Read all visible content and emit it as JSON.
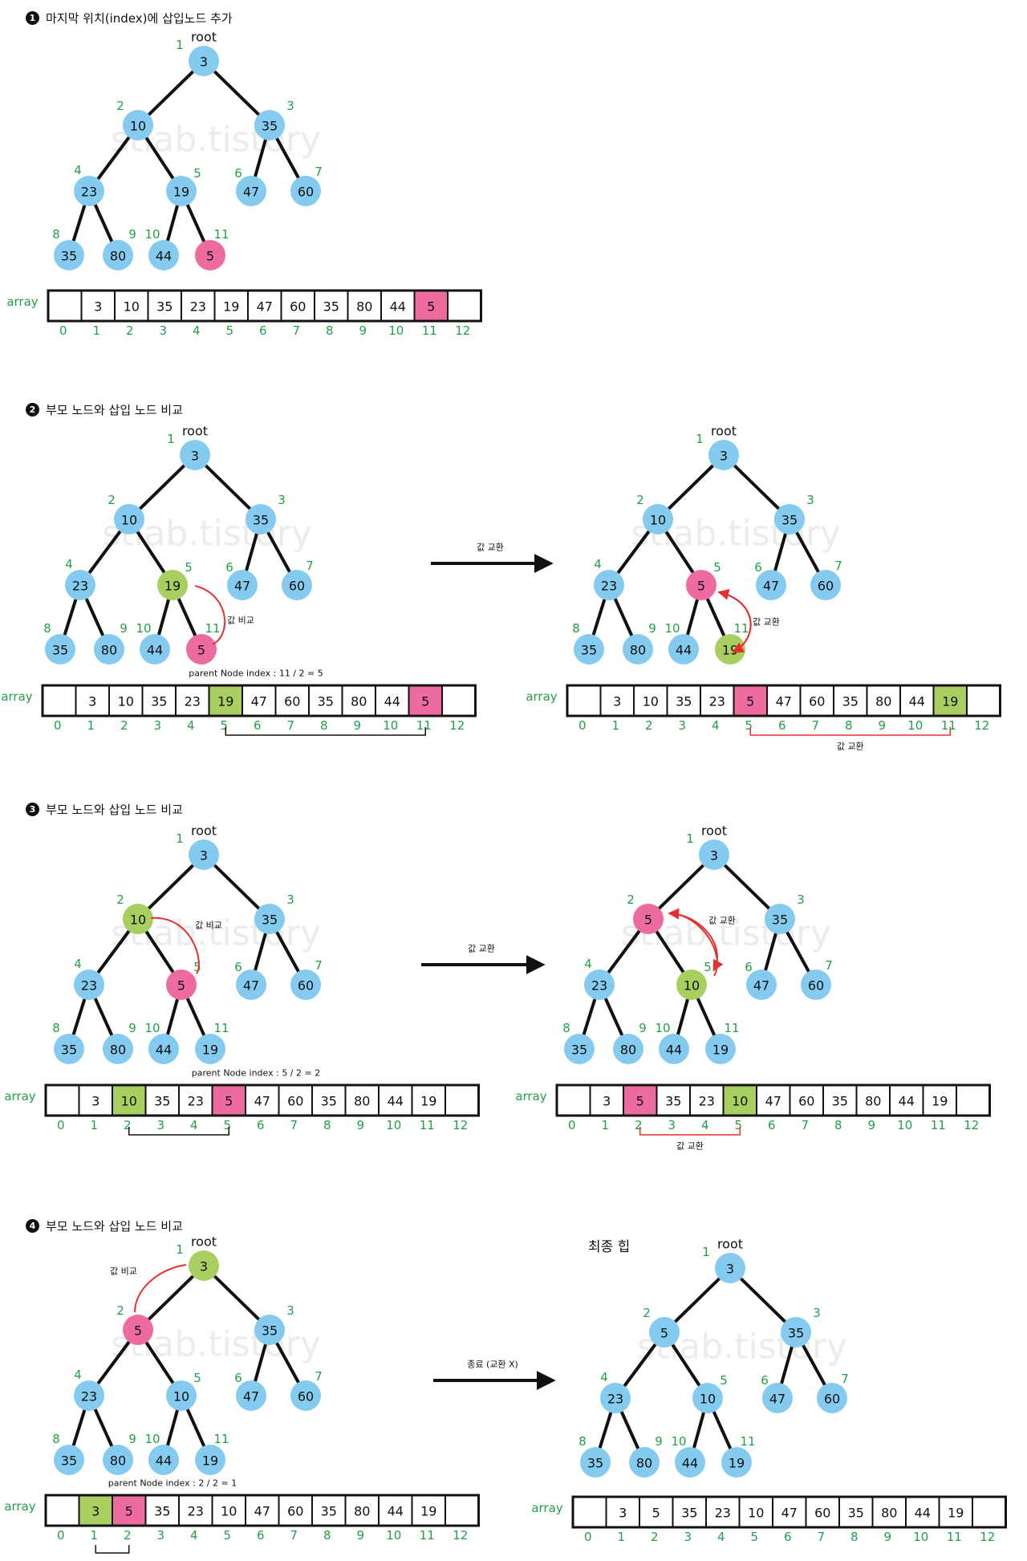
{
  "colors": {
    "node": "#85CBF0",
    "insert": "#EE6BA0",
    "compare": "#A8CF5F",
    "index_label": "#22A047",
    "swap_line": "#E53030",
    "watermark": "#ececec"
  },
  "watermark_text": "stlab.tistory",
  "root_label": "root",
  "array_label": "array",
  "steps": [
    {
      "id": 1,
      "num": "1",
      "title": "마지막 위치(index)에 삽입노드 추가"
    },
    {
      "id": 2,
      "num": "2",
      "title": "부모 노드와 삽입 노드 비교"
    },
    {
      "id": 3,
      "num": "3",
      "title": "부모 노드와 삽입 노드 비교"
    },
    {
      "id": 4,
      "num": "4",
      "title": "부모 노드와 삽입 노드 비교"
    }
  ],
  "final_title": "최종 힙",
  "labels": {
    "compare": "값 비교",
    "swap": "값 교환",
    "end_no_swap": "종료 (교환 X)",
    "parent_11": "parent Node index : 11 / 2 = 5",
    "parent_5": "parent Node index : 5 / 2 = 2",
    "parent_2": "parent Node index : 2 / 2 = 1"
  },
  "index_numbers": [
    "0",
    "1",
    "2",
    "3",
    "4",
    "5",
    "6",
    "7",
    "8",
    "9",
    "10",
    "11",
    "12"
  ],
  "trees": [
    {
      "name": "step1",
      "values": [
        "3",
        "10",
        "35",
        "23",
        "19",
        "47",
        "60",
        "35",
        "80",
        "44",
        "5"
      ],
      "highlights": {
        "11": "insert"
      }
    },
    {
      "name": "step2-before",
      "values": [
        "3",
        "10",
        "35",
        "23",
        "19",
        "47",
        "60",
        "35",
        "80",
        "44",
        "5"
      ],
      "highlights": {
        "5": "compare",
        "11": "insert"
      }
    },
    {
      "name": "step2-after",
      "values": [
        "3",
        "10",
        "35",
        "23",
        "5",
        "47",
        "60",
        "35",
        "80",
        "44",
        "19"
      ],
      "highlights": {
        "5": "insert",
        "11": "compare"
      }
    },
    {
      "name": "step3-before",
      "values": [
        "3",
        "10",
        "35",
        "23",
        "5",
        "47",
        "60",
        "35",
        "80",
        "44",
        "19"
      ],
      "highlights": {
        "2": "compare",
        "5": "insert"
      }
    },
    {
      "name": "step3-after",
      "values": [
        "3",
        "5",
        "35",
        "23",
        "10",
        "47",
        "60",
        "35",
        "80",
        "44",
        "19"
      ],
      "highlights": {
        "2": "insert",
        "5": "compare"
      }
    },
    {
      "name": "step4",
      "values": [
        "3",
        "5",
        "35",
        "23",
        "10",
        "47",
        "60",
        "35",
        "80",
        "44",
        "19"
      ],
      "highlights": {
        "1": "compare",
        "2": "insert"
      }
    },
    {
      "name": "final",
      "values": [
        "3",
        "5",
        "35",
        "23",
        "10",
        "47",
        "60",
        "35",
        "80",
        "44",
        "19"
      ],
      "highlights": {}
    }
  ],
  "arrays": [
    {
      "name": "array-step1",
      "cells": [
        "",
        "3",
        "10",
        "35",
        "23",
        "19",
        "47",
        "60",
        "35",
        "80",
        "44",
        "5",
        ""
      ],
      "highlights": {
        "11": "insert"
      }
    },
    {
      "name": "array-step2-before",
      "cells": [
        "",
        "3",
        "10",
        "35",
        "23",
        "19",
        "47",
        "60",
        "35",
        "80",
        "44",
        "5",
        ""
      ],
      "highlights": {
        "5": "compare",
        "11": "insert"
      }
    },
    {
      "name": "array-step2-after",
      "cells": [
        "",
        "3",
        "10",
        "35",
        "23",
        "5",
        "47",
        "60",
        "35",
        "80",
        "44",
        "19",
        ""
      ],
      "highlights": {
        "5": "insert",
        "11": "compare"
      }
    },
    {
      "name": "array-step3-before",
      "cells": [
        "",
        "3",
        "10",
        "35",
        "23",
        "5",
        "47",
        "60",
        "35",
        "80",
        "44",
        "19",
        ""
      ],
      "highlights": {
        "2": "compare",
        "5": "insert"
      }
    },
    {
      "name": "array-step3-after",
      "cells": [
        "",
        "3",
        "5",
        "35",
        "23",
        "10",
        "47",
        "60",
        "35",
        "80",
        "44",
        "19",
        ""
      ],
      "highlights": {
        "2": "insert",
        "5": "compare"
      }
    },
    {
      "name": "array-step4",
      "cells": [
        "",
        "3",
        "5",
        "35",
        "23",
        "10",
        "47",
        "60",
        "35",
        "80",
        "44",
        "19",
        ""
      ],
      "highlights": {
        "1": "compare",
        "2": "insert"
      }
    },
    {
      "name": "array-final",
      "cells": [
        "",
        "3",
        "5",
        "35",
        "23",
        "10",
        "47",
        "60",
        "35",
        "80",
        "44",
        "19",
        ""
      ],
      "highlights": {}
    }
  ]
}
